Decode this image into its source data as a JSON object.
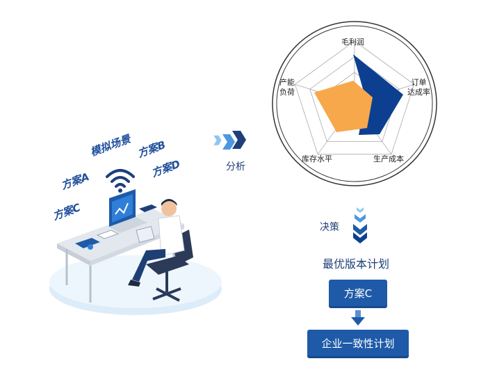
{
  "scenario_labels": {
    "simulation": "模拟场景",
    "plan_a": "方案A",
    "plan_b": "方案B",
    "plan_c": "方案C",
    "plan_d": "方案D"
  },
  "analysis_label": "分析",
  "radar": {
    "axes": [
      "毛利润",
      "订单\n达成率",
      "生产成本",
      "库存水平",
      "产能\n负荷"
    ],
    "series_colors": {
      "blue": "#0d3f91",
      "orange": "#f7a84b"
    }
  },
  "decision_label": "决策",
  "optimal_title": "最优版本计划",
  "chosen_plan": "方案C",
  "final_plan": "企业一致性计划",
  "colors": {
    "primary": "#1e5aa8",
    "dark": "#0d3f91",
    "accent": "#f7a84b"
  }
}
